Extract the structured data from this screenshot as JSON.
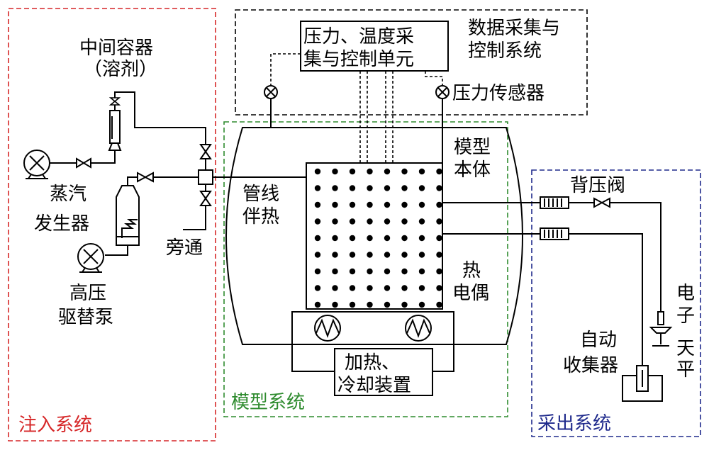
{
  "colors": {
    "injection": "#d62728",
    "model": "#2e8b2e",
    "production": "#1f2a8c",
    "data": "#000000"
  },
  "systems": {
    "injection": "注入系统",
    "model": "模型系统",
    "production": "采出系统",
    "data_l1": "数据采集与",
    "data_l2": "控制系统"
  },
  "components": {
    "intermediate_container_l1": "中间容器",
    "intermediate_container_l2": "（溶剂）",
    "steam_generator_l1": "蒸汽",
    "steam_generator_l2": "发生器",
    "hp_pump_l1": "高压",
    "hp_pump_l2": "驱替泵",
    "bypass": "旁通",
    "pipeline_heat_l1": "管线",
    "pipeline_heat_l2": "伴热",
    "control_unit_l1": "压力、温度采",
    "control_unit_l2": "集与控制单元",
    "pressure_sensor": "压力传感器",
    "model_body_l1": "模型",
    "model_body_l2": "本体",
    "thermocouple_l1": "热",
    "thermocouple_l2": "电偶",
    "heat_cool_l1": "加热、",
    "heat_cool_l2": "冷却装置",
    "back_pressure_valve": "背压阀",
    "balance_l1": "电",
    "balance_l2": "子",
    "balance_l3": "天",
    "balance_l4": "平",
    "collector_l1": "自动",
    "collector_l2": "收集器"
  }
}
